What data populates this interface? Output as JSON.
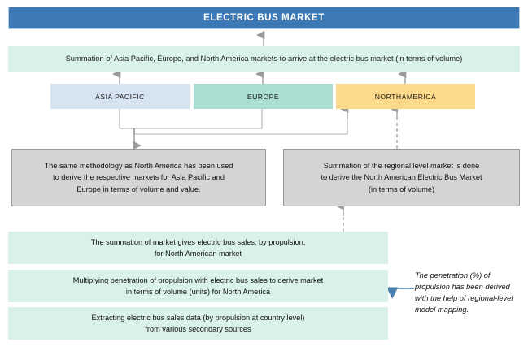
{
  "header": {
    "title": "ELECTRIC BUS MARKET"
  },
  "summation": {
    "text": "Summation of Asia Pacific, Europe, and North America markets to arrive at the electric bus market (in terms of volume)"
  },
  "regions": [
    {
      "label": "ASIA PACIFIC",
      "color": "#d6e4f1"
    },
    {
      "label": "EUROPE",
      "color": "#a9ded0"
    },
    {
      "label": "NORTHAMERICA",
      "color": "#fcd98b"
    }
  ],
  "methodology_boxes": [
    {
      "line1": "The same methodology as North America has been used",
      "line2": "to derive the respective markets for Asia Pacific and",
      "line3": "Europe in terms of volume and value."
    },
    {
      "line1": "Summation of the regional level market is done",
      "line2": "to derive the North American Electric Bus Market",
      "line3": "(in terms of volume)"
    }
  ],
  "steps": [
    {
      "line1": "The summation of market gives electric bus sales, by propulsion,",
      "line2": "for North American market"
    },
    {
      "line1": "Multiplying penetration of propulsion with electric bus sales to derive market",
      "line2": "in terms of volume (units) for North America"
    },
    {
      "line1": "Extracting electric bus sales data (by propulsion at country level)",
      "line2": "from various secondary sources"
    }
  ],
  "side_note": {
    "text": "The penetration (%) of propulsion has been derived with the help of regional-level model mapping."
  },
  "colors": {
    "header_blue": "#3d79b4",
    "teal": "#d9f1ea",
    "gray_box": "#d4d4d4",
    "arrow_gray": "#9a9a9a",
    "arrow_blue": "#4a7fae"
  }
}
